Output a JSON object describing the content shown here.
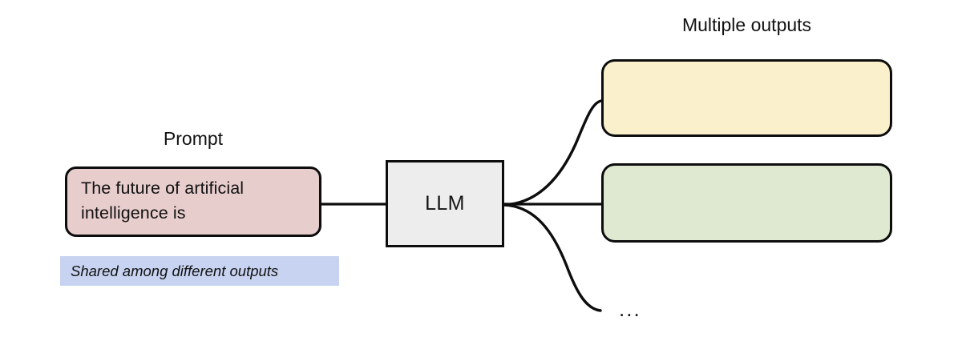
{
  "diagram": {
    "title_left": "Prompt",
    "title_right": "Multiple outputs",
    "prompt": {
      "text": "The future of artificial\nintelligence is",
      "fill": "#e8cdcd"
    },
    "model": {
      "label": "LLM",
      "fill": "#ededed"
    },
    "outputs": [
      {
        "label": "",
        "fill": "#faf0cc",
        "name": "output-one"
      },
      {
        "label": "",
        "fill": "#dfe9d2",
        "name": "output-two"
      }
    ],
    "ellipsis": "...",
    "shared_note": {
      "text": "Shared among different outputs",
      "fill": "#c7d3f0"
    },
    "stroke": "#0d0d0d"
  }
}
